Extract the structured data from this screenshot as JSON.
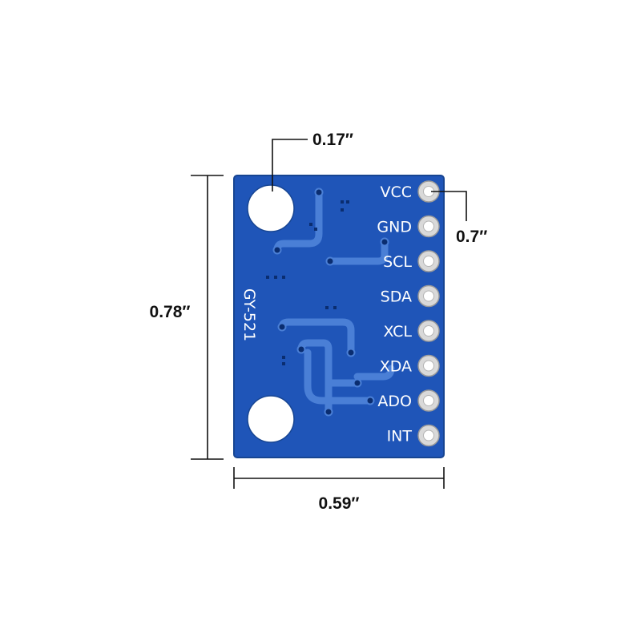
{
  "colors": {
    "board": "#1f55b8",
    "board_edge": "#174592",
    "trace": "#4a7fd6",
    "pad_ring": "#d9d9d9",
    "label": "#ffffff",
    "dimension": "#111111",
    "background": "#ffffff"
  },
  "board": {
    "name": "GY-521",
    "pins": [
      "VCC",
      "GND",
      "SCL",
      "SDA",
      "XCL",
      "XDA",
      "ADO",
      "INT"
    ]
  },
  "dimensions": {
    "hole_diameter": "0.17″",
    "pin_pitch": "0.7″",
    "height": "0.78″",
    "width": "0.59″"
  }
}
